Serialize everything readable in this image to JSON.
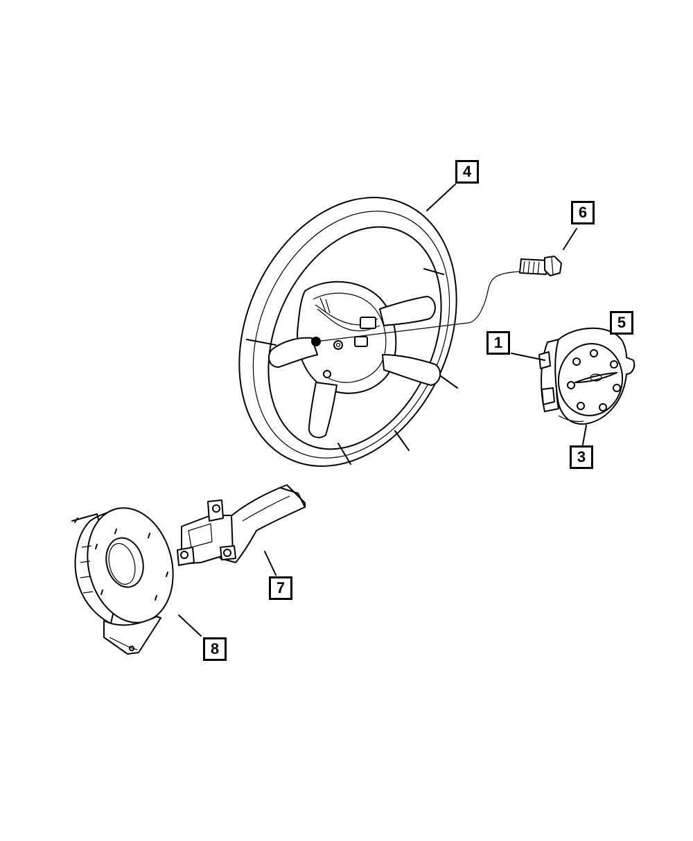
{
  "callouts": {
    "c1": "1",
    "c3": "3",
    "c4": "4",
    "c5": "5",
    "c6": "6",
    "c7": "7",
    "c8": "8"
  }
}
